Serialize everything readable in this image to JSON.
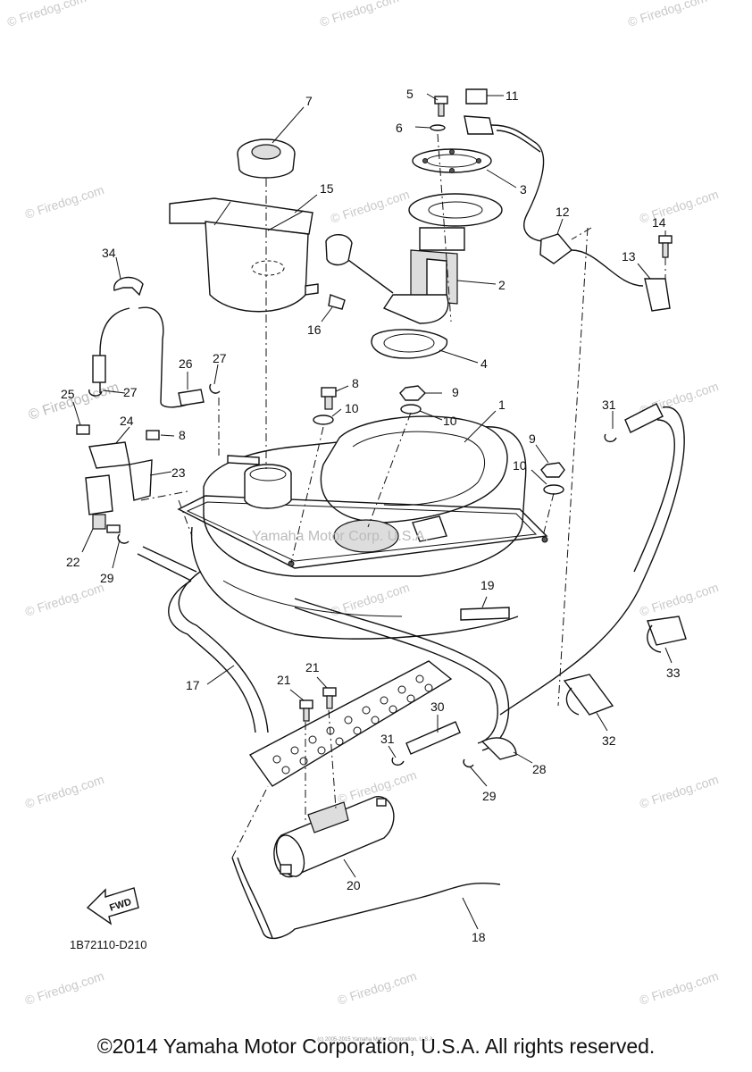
{
  "diagram": {
    "callouts": [
      {
        "id": "c1",
        "text": "1"
      },
      {
        "id": "c2",
        "text": "2"
      },
      {
        "id": "c3",
        "text": "3"
      },
      {
        "id": "c4",
        "text": "4"
      },
      {
        "id": "c5",
        "text": "5"
      },
      {
        "id": "c6",
        "text": "6"
      },
      {
        "id": "c7",
        "text": "7"
      },
      {
        "id": "c8a",
        "text": "8"
      },
      {
        "id": "c8b",
        "text": "8"
      },
      {
        "id": "c9a",
        "text": "9"
      },
      {
        "id": "c9b",
        "text": "9"
      },
      {
        "id": "c10a",
        "text": "10"
      },
      {
        "id": "c10b",
        "text": "10"
      },
      {
        "id": "c10c",
        "text": "10"
      },
      {
        "id": "c11",
        "text": "11"
      },
      {
        "id": "c12",
        "text": "12"
      },
      {
        "id": "c13",
        "text": "13"
      },
      {
        "id": "c14",
        "text": "14"
      },
      {
        "id": "c15",
        "text": "15"
      },
      {
        "id": "c16",
        "text": "16"
      },
      {
        "id": "c17",
        "text": "17"
      },
      {
        "id": "c18",
        "text": "18"
      },
      {
        "id": "c19",
        "text": "19"
      },
      {
        "id": "c20",
        "text": "20"
      },
      {
        "id": "c21a",
        "text": "21"
      },
      {
        "id": "c21b",
        "text": "21"
      },
      {
        "id": "c22",
        "text": "22"
      },
      {
        "id": "c23",
        "text": "23"
      },
      {
        "id": "c24",
        "text": "24"
      },
      {
        "id": "c25",
        "text": "25"
      },
      {
        "id": "c26",
        "text": "26"
      },
      {
        "id": "c27a",
        "text": "27"
      },
      {
        "id": "c27b",
        "text": "27"
      },
      {
        "id": "c28",
        "text": "28"
      },
      {
        "id": "c29a",
        "text": "29"
      },
      {
        "id": "c29b",
        "text": "29"
      },
      {
        "id": "c30",
        "text": "30"
      },
      {
        "id": "c31a",
        "text": "31"
      },
      {
        "id": "c31b",
        "text": "31"
      },
      {
        "id": "c32",
        "text": "32"
      },
      {
        "id": "c33",
        "text": "33"
      },
      {
        "id": "c34",
        "text": "34"
      }
    ],
    "fwd_label": "FWD",
    "diagram_code": "1B72110-D210",
    "tank_watermark": "Yamaha Motor Corp. U.S.A.",
    "site_watermark": "© Firedog.com",
    "side_watermark": "© Firedog.com"
  },
  "footer": {
    "copyright": "©2014 Yamaha Motor Corporation, U.S.A. All rights reserved.",
    "fine_print": "(c) 2005-2015 Yamaha Motor Corporation, U.S.A."
  }
}
